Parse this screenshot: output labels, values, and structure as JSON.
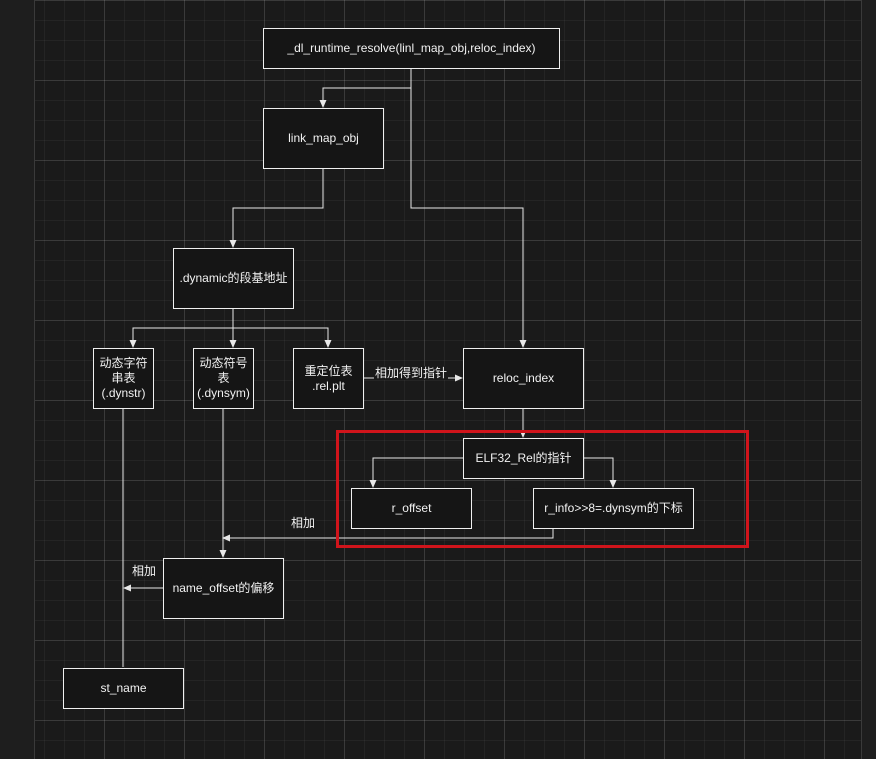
{
  "nodes": {
    "dl_runtime_resolve": "_dl_runtime_resolve(linl_map_obj,reloc_index)",
    "link_map_obj": "link_map_obj",
    "dynamic_base": ".dynamic的段基地址",
    "dynstr": "动态字符\n串表\n(.dynstr)",
    "dynsym": "动态符号\n表\n(.dynsym)",
    "rel_plt": "重定位表\n.rel.plt",
    "reloc_index": "reloc_index",
    "elf32_rel": "ELF32_Rel的指针",
    "r_offset": "r_offset",
    "r_info": "r_info>>8=.dynsym的下标",
    "name_offset": "name_offset的偏移",
    "st_name": "st_name"
  },
  "edge_labels": {
    "rel_to_reloc": "相加得到指针",
    "rinfo_to_dynsym": "相加",
    "name_to_dynstr": "相加"
  },
  "colors": {
    "highlight": "#d0141b",
    "node_border": "#f0f0f0",
    "edge": "#e8e8e8"
  }
}
